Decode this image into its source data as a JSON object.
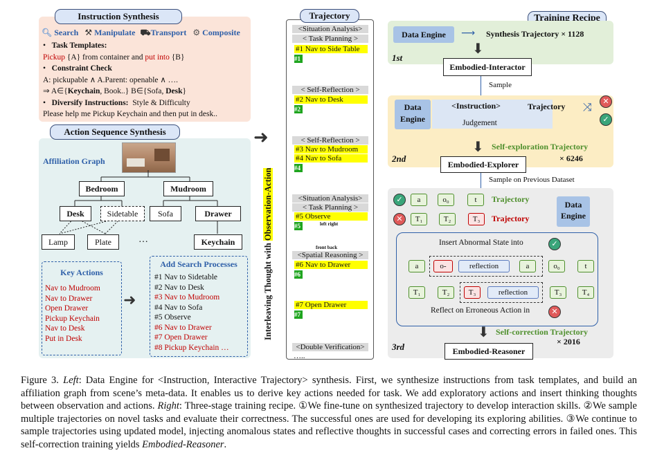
{
  "instruction_synthesis": {
    "title": "Instruction Synthesis",
    "actions": [
      "Search",
      "Manipulate",
      "Transport",
      "Composite"
    ],
    "task_templates_label": "Task Templates:",
    "template_line_prefix_red": "Pickup",
    "template_line_mid": " {A} from container and ",
    "template_line_red2": "put into",
    "template_line_end": " {B}",
    "constraint_label": "Constraint Check",
    "constraint_line1": "A: pickupable ∧ A.Parent: openable ∧ ….",
    "constraint_line2_a": "⇒ A∈{",
    "constraint_line2_b": "Keychain",
    "constraint_line2_c": ", Book..} B∈{Sofa, ",
    "constraint_line2_d": "Desk",
    "constraint_line2_e": "}",
    "diversify_label": "Diversify Instructions:",
    "diversify_value": "Style & Difficulty",
    "example_instruction": "Please help me Pickup Keychain and then put in desk.."
  },
  "action_sequence": {
    "title": "Action Sequence Synthesis",
    "graph_label": "Affiliation Graph",
    "nodes": {
      "bedroom": "Bedroom",
      "mudroom": "Mudroom",
      "desk": "Desk",
      "sidetable": "Sidetable",
      "sofa": "Sofa",
      "drawer": "Drawer",
      "lamp": "Lamp",
      "plate": "Plate",
      "ellipsis": "…",
      "keychain": "Keychain"
    },
    "key_actions_title": "Key Actions",
    "key_actions": [
      "Nav to Mudroom",
      "Nav to Drawer",
      "Open Drawer",
      "Pickup Keychain",
      "Nav to Desk",
      "Put in Desk"
    ],
    "search_title": "Add Search Processes",
    "search_items": [
      {
        "text": "#1 Nav to Sidetable",
        "red": false
      },
      {
        "text": "#2 Nav to Desk",
        "red": false
      },
      {
        "text": "#3 Nav to Mudroom",
        "red": true
      },
      {
        "text": "#4 Nav to Sofa",
        "red": false
      },
      {
        "text": "#5 Observe",
        "red": false
      },
      {
        "text": "#6 Nav to Drawer",
        "red": true
      },
      {
        "text": "#7 Open Drawer",
        "red": true
      },
      {
        "text": "#8 Pickup Keychain …",
        "red": true
      }
    ]
  },
  "vertical_label_part1": "Interleaving Thought with ",
  "vertical_label_part2": "Observation-Action",
  "trajectory": {
    "title": "Trajectory",
    "situation1": "<Situation Analysis>",
    "task_planning1": "< Task Planning >",
    "step1": "#1 Nav to Side Table",
    "img1": "#1",
    "self_reflection1": "< Self-Reflection >",
    "step2": "#2 Nav to Desk",
    "img2": "#2",
    "self_reflection2": "< Self-Reflection >",
    "step3": "#3 Nav to Mudroom",
    "step4": "#4 Nav to Sofa",
    "img4": "#4",
    "situation2": "<Situation Analysis>",
    "task_planning2": "< Task Planning >",
    "step5": "#5   Observe",
    "img5": "#5",
    "left_right": "left right",
    "front_back": "front back",
    "spatial": "<Spatial Reasoning >",
    "step6": "#6   Nav to Drawer",
    "img6": "#6",
    "step7": "#7   Open Drawer",
    "img7": "#7",
    "double_verification": "<Double Verification>",
    "dots": "….."
  },
  "training_recipe": {
    "title": "Training Recipe",
    "stage1": {
      "data_engine": "Data Engine",
      "synthesis": "Synthesis Trajectory",
      "count": "× 1128",
      "label": "1st",
      "model": "Embodied-Interactor"
    },
    "sample_label": "Sample",
    "stage2": {
      "data_engine_line1": "Data",
      "data_engine_line2": "Engine",
      "instruction": "<Instruction>",
      "trajectory": "Trajectory",
      "judgement": "Judgement",
      "self_exploration": "Self-exploration Trajectory",
      "label": "2nd",
      "model": "Embodied-Explorer",
      "count": "× 6246"
    },
    "sample_prev": "Sample on Previous Dataset",
    "stage3": {
      "row1": [
        "a",
        "o₀",
        "t"
      ],
      "row1_label": "Trajectory",
      "row2": [
        "T₁",
        "T₂",
        "T₃"
      ],
      "row2_label": "Trajectory",
      "data_engine_line1": "Data",
      "data_engine_line2": "Engine",
      "insert_label": "Insert Abnormal State into",
      "row3": [
        "a",
        "o-",
        "reflection",
        "a",
        "o₀",
        "t"
      ],
      "row4": [
        "T₁",
        "T₂",
        "T₃",
        "reflection",
        "T₃",
        "T₄"
      ],
      "reflect_label": "Reflect on Erroneous Action in",
      "self_correction": "Self-correction Trajectory",
      "count": "× 2016",
      "label": "3rd",
      "model": "Embodied-Reasoner"
    }
  },
  "caption": {
    "lead": "Figure 3. ",
    "left_label": "Left",
    "p1": ": Data Engine for <Instruction, Interactive Trajectory> synthesis. First, we synthesize instructions from task templates, and build an affiliation graph from scene’s meta-data. It enables us to derive key actions needed for task. We add exploratory actions and insert thinking thoughts between observation and actions. ",
    "right_label": "Right",
    "p2": ": Three-stage training recipe. ①We fine-tune on synthesized trajectory to develop interaction skills. ②We sample multiple trajectories on novel tasks and evaluate their correctness. The successful ones are used for developing its exploring abilities. ③We continue to sample trajectories using updated model, injecting anomalous states and reflective thoughts in successful cases and correcting errors in failed ones. This self-correction training yields ",
    "model_name": "Embodied-Reasoner",
    "end": "."
  }
}
